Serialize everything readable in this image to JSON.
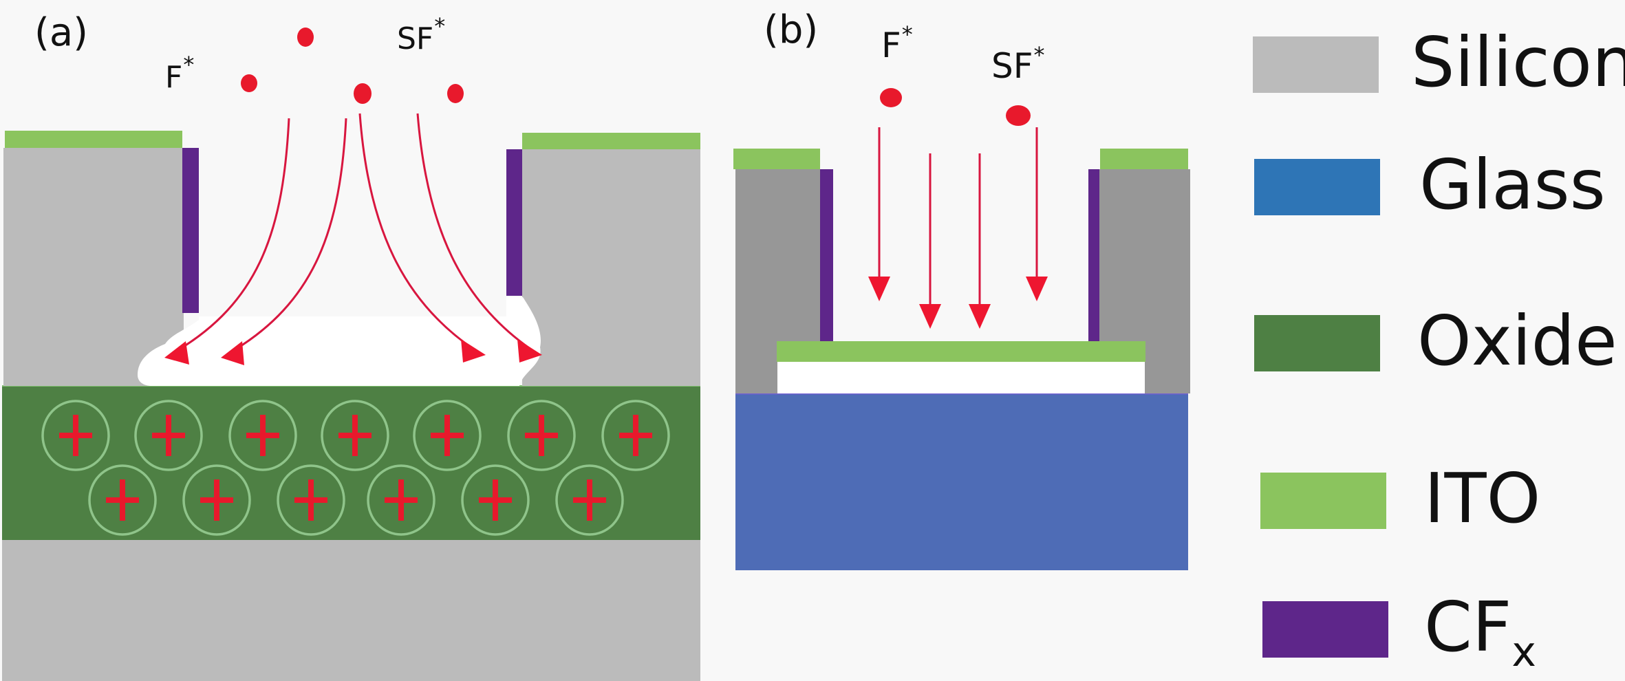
{
  "panels": {
    "a": {
      "label": "(a)",
      "species": [
        {
          "name": "F",
          "superscript": "*"
        },
        {
          "name": "SF",
          "superscript": "*"
        }
      ],
      "description": "Curved (isotropic) etching trajectories undercut silicon above charged oxide",
      "ion_count": {
        "row1": 7,
        "row2": 6
      },
      "ion_symbol": "+"
    },
    "b": {
      "label": "(b)",
      "species": [
        {
          "name": "F",
          "superscript": "*"
        },
        {
          "name": "SF",
          "superscript": "*"
        }
      ],
      "description": "Vertical (anisotropic) etching trajectories onto ITO on glass"
    }
  },
  "legend": [
    {
      "label": "Silicon",
      "subscript": "",
      "color": "#bbbbbb"
    },
    {
      "label": "Glass",
      "subscript": "",
      "color": "#2e75b6"
    },
    {
      "label": "Oxide",
      "subscript": "",
      "color": "#4e8044"
    },
    {
      "label": "ITO",
      "subscript": "",
      "color": "#8bc45e"
    },
    {
      "label": "CF",
      "subscript": "x",
      "color": "#5e268a"
    }
  ],
  "colors": {
    "background": "#f8f8f8",
    "silicon_a": "#bbbbbb",
    "silicon_b": "#979797",
    "glass_substrate": "#4e6cb6",
    "oxide": "#4e8044",
    "ito": "#8bc45e",
    "cfx": "#5e268a",
    "radical": "#e8192c",
    "ion_ring": "#8fc48a",
    "cavity": "#ffffff"
  }
}
